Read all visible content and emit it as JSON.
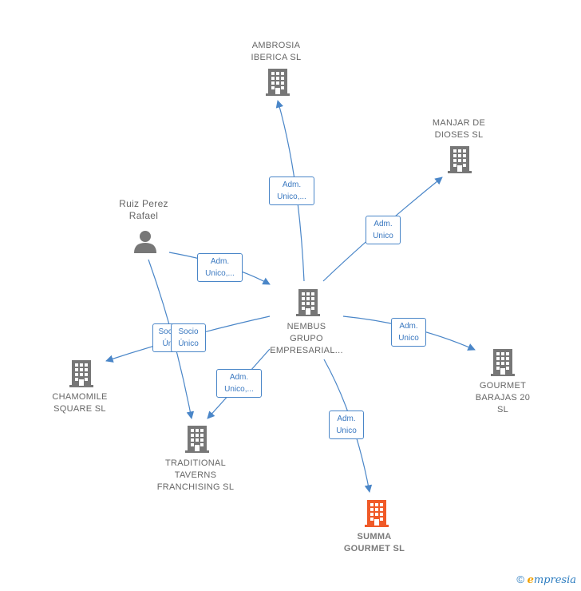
{
  "nodes": {
    "ambrosia": {
      "line1": "AMBROSIA",
      "line2": "IBERICA  SL"
    },
    "manjar": {
      "line1": "MANJAR DE",
      "line2": "DIOSES  SL"
    },
    "ruiz": {
      "line1": "Ruiz Perez",
      "line2": "Rafael"
    },
    "nembus": {
      "line1": "NEMBUS",
      "line2": "GRUPO",
      "line3": "EMPRESARIAL..."
    },
    "chamomile": {
      "line1": "CHAMOMILE",
      "line2": "SQUARE  SL"
    },
    "gourmet": {
      "line1": "GOURMET",
      "line2": "BARAJAS 20",
      "line3": "SL"
    },
    "traditional": {
      "line1": "TRADITIONAL",
      "line2": "TAVERNS",
      "line3": "FRANCHISING SL"
    },
    "summa": {
      "line1": "SUMMA",
      "line2": "GOURMET  SL"
    }
  },
  "edges": {
    "to_ambrosia": {
      "line1": "Adm.",
      "line2": "Unico,..."
    },
    "to_manjar": {
      "line1": "Adm.",
      "line2": "Unico"
    },
    "ruiz_to_nembus": {
      "line1": "Adm.",
      "line2": "Unico,..."
    },
    "to_chamomile_back": {
      "line1": "Socio",
      "line2": "Úni"
    },
    "to_chamomile": {
      "line1": "Socio",
      "line2": "Único"
    },
    "to_gourmet": {
      "line1": "Adm.",
      "line2": "Unico"
    },
    "to_traditional": {
      "line1": "Adm.",
      "line2": "Unico,..."
    },
    "to_summa": {
      "line1": "Adm.",
      "line2": "Unico"
    }
  },
  "colors": {
    "building": "#777777",
    "focus": "#f05a28",
    "edge": "#4a86c8",
    "person": "#777777"
  },
  "footer": {
    "copyright": "©",
    "brand_e": "e",
    "brand_rest": "mpresia"
  }
}
